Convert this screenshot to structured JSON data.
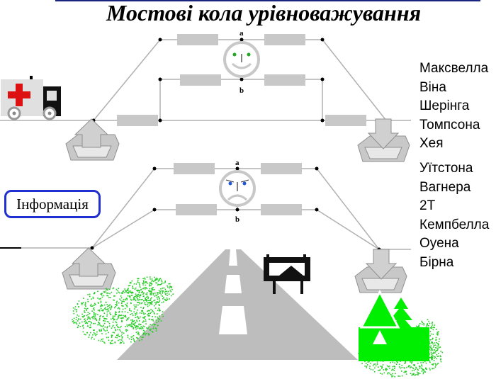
{
  "title": "Мостові кола урівноважування",
  "info_button": "Інформація",
  "bridges_top": [
    "Максвелла",
    "Віна",
    "Шерінга",
    "Томпсона",
    "Хея"
  ],
  "bridges_bottom": [
    "Уїтстона",
    "Вагнера",
    "2Т",
    "Кемпбелла",
    "Оуена",
    "Бірна"
  ],
  "node_labels": {
    "a": "a",
    "b": "b"
  },
  "colors": {
    "button_border": "#1f2fd0",
    "grass": "#22cc22",
    "tent": "#00ee00",
    "road": "#bdbdbd"
  }
}
